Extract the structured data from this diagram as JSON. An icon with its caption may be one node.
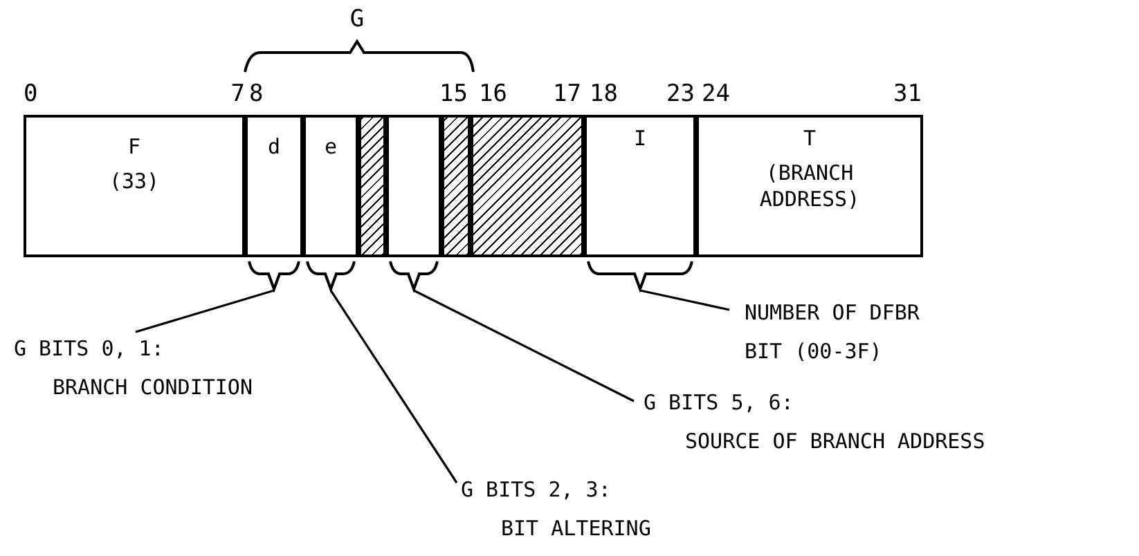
{
  "diagram": {
    "nodes": [
      {
        "text": [
          "F",
          "(33)"
        ]
      },
      {
        "text": [
          "d"
        ]
      },
      {
        "text": [
          "e"
        ]
      },
      {
        "text": [],
        "shape": "box"
      },
      {
        "text": [],
        "shape": "box"
      },
      {
        "text": [],
        "shape": "box"
      },
      {
        "text": [],
        "shape": "box"
      },
      {
        "text": [
          "I"
        ]
      },
      {
        "text": [
          "T",
          "(BRANCH ADDRESS)"
        ]
      },
      {
        "text": [],
        "shape": "brace"
      },
      {
        "text": [],
        "shape": "brace"
      },
      {
        "text": [],
        "shape": "brace"
      },
      {
        "text": [],
        "shape": "brace"
      },
      {
        "text": [
          "NUMBER OF DFBR BIT (00-3F)"
        ]
      },
      {
        "text": [
          "G BITS 0, 1:",
          "BRANCH CONDITION"
        ]
      },
      {
        "text": [
          "G BITS 5, 6:",
          "SOURCE OF BRANCH ADDRESS"
        ]
      },
      {
        "text": [
          "G BITS 2, 3:",
          "BIT ALTERING"
        ]
      }
    ],
    "edges": [
      {
        "from": 14,
        "to": 9,
        "arrow": "none"
      },
      {
        "from": 16,
        "to": 10,
        "arrow": "none"
      },
      {
        "from": 15,
        "to": 11,
        "arrow": "none"
      },
      {
        "from": 13,
        "to": 12,
        "arrow": "none"
      }
    ],
    "labels": [
      "G",
      "0",
      "7",
      "8",
      "15",
      "16",
      "17",
      "18",
      "23",
      "24",
      "31"
    ]
  }
}
